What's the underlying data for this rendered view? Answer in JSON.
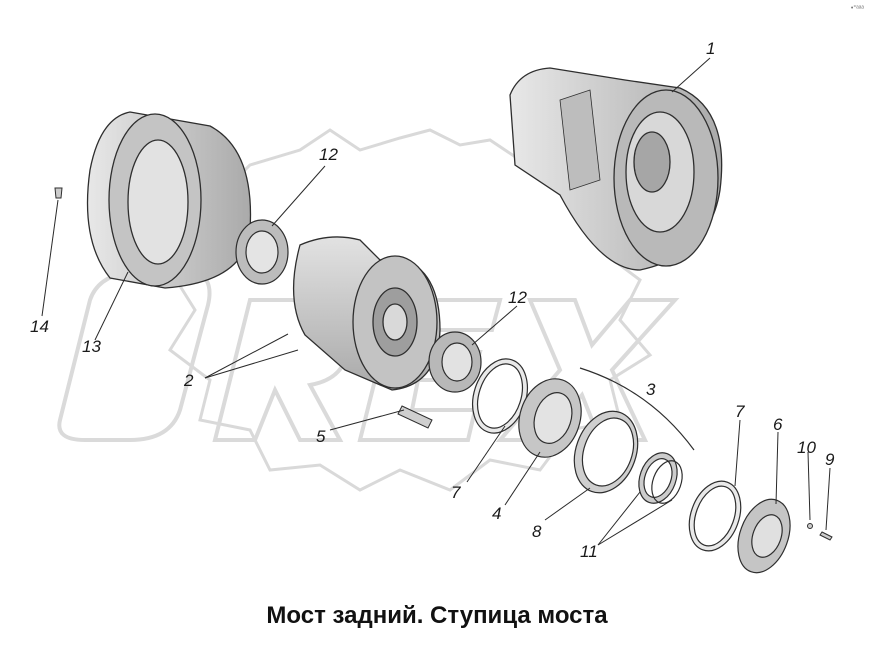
{
  "caption": "Мост задний. Ступица моста",
  "corner_mark": "•°ᵃᵃᵃ",
  "watermark": "OREX",
  "colors": {
    "part_fill": "#d2d2d2",
    "part_light": "#e6e6e6",
    "part_dark": "#9a9a9a",
    "outline": "#2a2a2a",
    "watermark": "#dcdcdc"
  },
  "callouts": [
    {
      "id": "1",
      "label": "1"
    },
    {
      "id": "12a",
      "label": "12"
    },
    {
      "id": "12b",
      "label": "12"
    },
    {
      "id": "14",
      "label": "14"
    },
    {
      "id": "13",
      "label": "13"
    },
    {
      "id": "2",
      "label": "2"
    },
    {
      "id": "3",
      "label": "3"
    },
    {
      "id": "5",
      "label": "5"
    },
    {
      "id": "7a",
      "label": "7"
    },
    {
      "id": "4",
      "label": "4"
    },
    {
      "id": "8",
      "label": "8"
    },
    {
      "id": "11",
      "label": "11"
    },
    {
      "id": "7b",
      "label": "7"
    },
    {
      "id": "6",
      "label": "6"
    },
    {
      "id": "10",
      "label": "10"
    },
    {
      "id": "9",
      "label": "9"
    }
  ]
}
